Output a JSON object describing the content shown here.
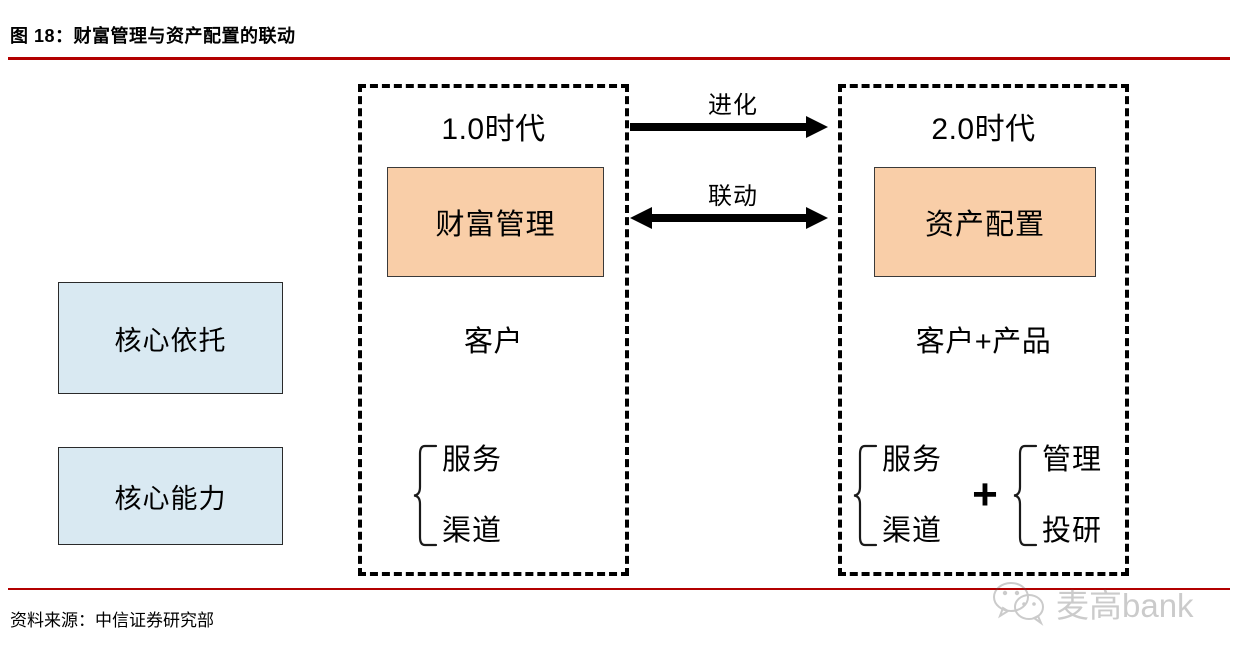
{
  "figure": {
    "title": "图 18：财富管理与资产配置的联动",
    "source": "资料来源：中信证券研究部",
    "rule_color": "#B20000"
  },
  "left_labels": [
    {
      "label": "核心依托",
      "fill": "#D9E9F2"
    },
    {
      "label": "核心能力",
      "fill": "#D9E9F2"
    }
  ],
  "eras": [
    {
      "title": "1.0时代",
      "highlight": {
        "label": "财富管理",
        "fill": "#F9CEA8"
      },
      "subject": "客户",
      "capability_groups": [
        {
          "items": [
            "服务",
            "渠道"
          ]
        }
      ]
    },
    {
      "title": "2.0时代",
      "highlight": {
        "label": "资产配置",
        "fill": "#F9CEA8"
      },
      "subject": "客户+产品",
      "capability_groups": [
        {
          "items": [
            "服务",
            "渠道"
          ]
        },
        {
          "items": [
            "管理",
            "投研"
          ]
        }
      ],
      "group_joiner": "+"
    }
  ],
  "arrows": [
    {
      "label": "进化",
      "direction": "right",
      "icon": "arrow-right-icon"
    },
    {
      "label": "联动",
      "direction": "both",
      "icon": "arrow-both-icon"
    }
  ],
  "watermark": {
    "text": "麦高bank",
    "icon": "wechat-logo-icon"
  }
}
